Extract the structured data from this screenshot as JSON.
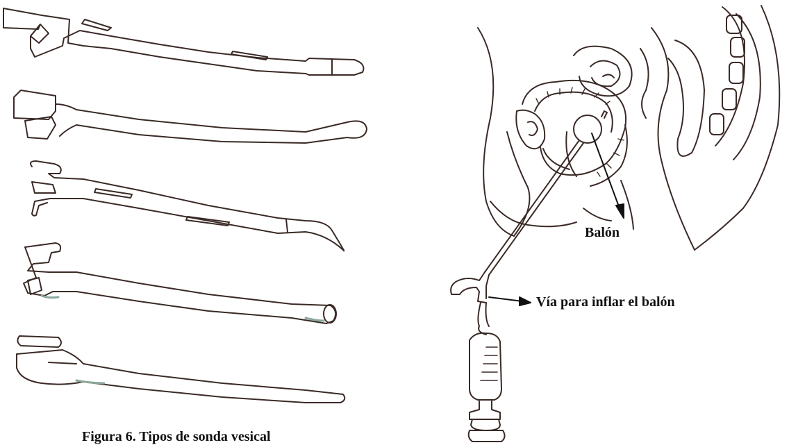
{
  "figure": {
    "caption": "Figura 6. Tipos de sonda vesical"
  },
  "labels": {
    "balloon": "Balón",
    "inflate_port": "Vía para inflar el balón"
  },
  "colors": {
    "ink": "#3a2a26",
    "tint": "#8aa79a",
    "background": "#ffffff"
  }
}
